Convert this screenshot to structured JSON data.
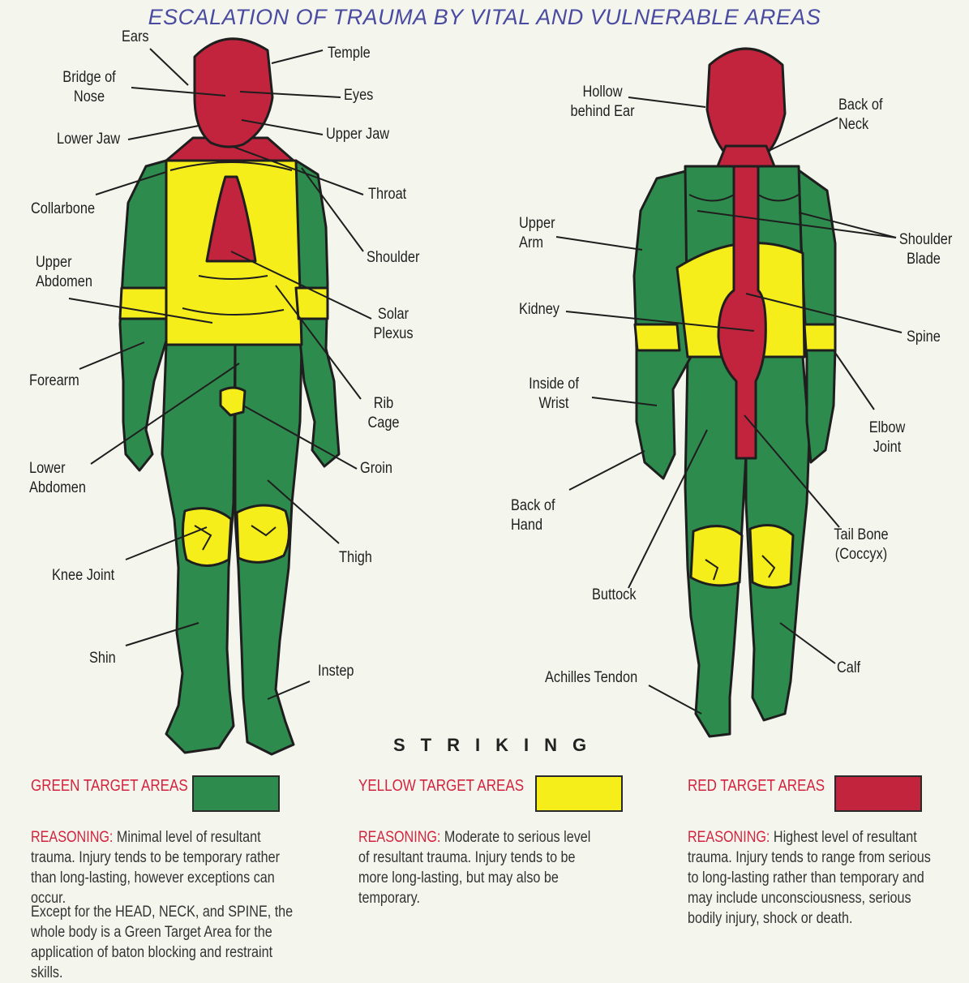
{
  "title": "ESCALATION OF TRAUMA BY VITAL AND VULNERABLE AREAS",
  "colors": {
    "green": "#2e8b4e",
    "yellow": "#f6ee1a",
    "red": "#c3243d",
    "outline": "#1e1e1e",
    "accent": "#d3233e"
  },
  "front_labels": {
    "ears": "Ears",
    "bridge_of_nose": "Bridge of\nNose",
    "lower_jaw": "Lower Jaw",
    "collarbone": "Collarbone",
    "upper_abdomen": "Upper\nAbdomen",
    "forearm": "Forearm",
    "lower_abdomen": "Lower\nAbdomen",
    "knee_joint": "Knee Joint",
    "shin": "Shin",
    "temple": "Temple",
    "eyes": "Eyes",
    "upper_jaw": "Upper Jaw",
    "throat": "Throat",
    "shoulder": "Shoulder",
    "solar_plexus": "Solar\nPlexus",
    "rib_cage": "Rib\nCage",
    "groin": "Groin",
    "thigh": "Thigh",
    "instep": "Instep"
  },
  "back_labels": {
    "hollow_behind_ear": "Hollow\nbehind Ear",
    "upper_arm": "Upper\nArm",
    "kidney": "Kidney",
    "inside_of_wrist": "Inside of\nWrist",
    "back_of_hand": "Back of\nHand",
    "buttock": "Buttock",
    "achilles_tendon": "Achilles Tendon",
    "back_of_neck": "Back of\nNeck",
    "shoulder_blade": "Shoulder\nBlade",
    "spine": "Spine",
    "elbow_joint": "Elbow\nJoint",
    "tail_bone": "Tail Bone\n(Coccyx)",
    "calf": "Calf"
  },
  "section_heading": "STRIKING",
  "legend": [
    {
      "title": "GREEN TARGET AREAS",
      "swatch_color": "#2e8b4e",
      "reasoning_key": "REASONING:",
      "reasoning_text": " Minimal level of resultant trauma. Injury tends to be temporary rather than long-lasting, however exceptions can occur.",
      "note": "Except for the HEAD, NECK, and SPINE, the whole body is a Green Target Area for the application of baton blocking and restraint skills."
    },
    {
      "title": "YELLOW TARGET AREAS",
      "swatch_color": "#f6ee1a",
      "reasoning_key": "REASONING:",
      "reasoning_text": " Moderate to serious level of resultant trauma.  Injury tends to be more long-lasting, but may also be temporary.",
      "note": ""
    },
    {
      "title": "RED TARGET AREAS",
      "swatch_color": "#c3243d",
      "reasoning_key": "REASONING:",
      "reasoning_text": " Highest level of resultant trauma. Injury tends to range from serious to long-lasting rather than temporary and may include unconsciousness, serious bodily injury, shock or death.",
      "note": ""
    }
  ]
}
